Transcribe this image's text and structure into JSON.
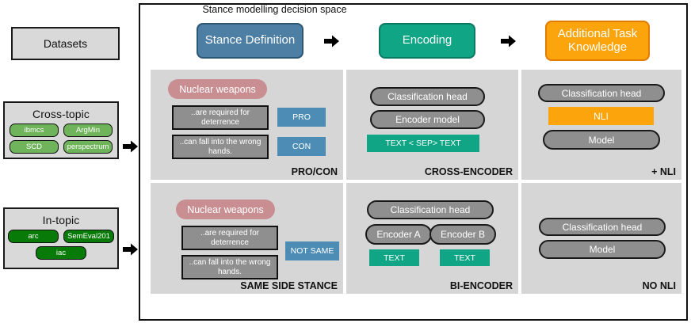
{
  "datasets": {
    "title": "Datasets",
    "groups": [
      {
        "name": "Cross-topic",
        "items": [
          "ibmcs",
          "ArgMin",
          "SCD",
          "perspectrum"
        ]
      },
      {
        "name": "In-topic",
        "items": [
          "arc",
          "SemEval201",
          "iac"
        ]
      }
    ]
  },
  "panel": {
    "title": "Stance modelling decision space",
    "headers": [
      {
        "label": "Stance Definition",
        "color": "#4d7fa5"
      },
      {
        "label": "Encoding",
        "color": "#0fa585"
      },
      {
        "label": "Additional Task Knowledge",
        "color": "#fba40c"
      }
    ],
    "arrow_glyph": "arrow-right-icon"
  },
  "grid": {
    "rows": [
      {
        "stance": {
          "caption": "PRO/CON",
          "topic": "Nuclear weapons",
          "snippets": [
            "..are required for deterrence",
            "..can fall into the wrong hands."
          ],
          "labels": [
            "PRO",
            "CON"
          ]
        },
        "encoding": {
          "caption": "CROSS-ENCODER",
          "pills": [
            "Classification head",
            "Encoder model"
          ],
          "inputs": [
            "TEXT < SEP> TEXT"
          ]
        },
        "knowledge": {
          "caption": "+ NLI",
          "pills": [
            "Classification head",
            "Model"
          ],
          "highlight": "NLI"
        }
      },
      {
        "stance": {
          "caption": "SAME SIDE STANCE",
          "topic": "Nuclear weapons",
          "snippets": [
            "..are required for deterrence",
            "..can fall into the wrong hands."
          ],
          "labels": [
            "NOT SAME"
          ]
        },
        "encoding": {
          "caption": "BI-ENCODER",
          "pills": [
            "Classification head",
            "Encoder A",
            "Encoder B"
          ],
          "inputs": [
            "TEXT",
            "TEXT"
          ]
        },
        "knowledge": {
          "caption": "NO NLI",
          "pills": [
            "Classification head",
            "Model"
          ],
          "highlight": null
        }
      }
    ]
  },
  "colors": {
    "stance_blue": "#4d7fa5",
    "encoding_teal": "#0fa585",
    "knowledge_orange": "#fba40c",
    "topic_rose": "#c98e92",
    "cell_gray": "#d6d6d6",
    "pill_gray": "#8f8f8f",
    "dataset_gray": "#d9d9d9",
    "cross_topic_green": "#6fb35a",
    "in_topic_green": "#077a07"
  }
}
